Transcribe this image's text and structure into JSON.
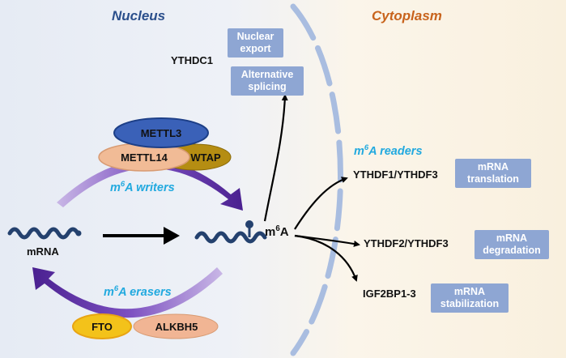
{
  "regions": {
    "nucleus": "Nucleus",
    "cytoplasm": "Cytoplasm"
  },
  "colors": {
    "nucleus_title": "#2b4f8c",
    "cytoplasm_title": "#c8631c",
    "italic_label": "#21a9df",
    "box_fill": "#8ea6d3",
    "membrane": "#a9bde0",
    "arc_purple": "#5b2f96",
    "mrna_wave": "#24416e"
  },
  "writers": {
    "label": "m6A writers",
    "proteins": {
      "mettl3": "METTL3",
      "mettl14": "METTL14",
      "wtap": "WTAP"
    }
  },
  "erasers": {
    "label": "m6A erasers",
    "proteins": {
      "fto": "FTO",
      "alkbh5": "ALKBH5"
    }
  },
  "mrna_label": "mRNA",
  "m6a_label": "m6A",
  "nuclear_reader": {
    "name": "YTHDC1",
    "functions": {
      "export": "Nuclear\nexport",
      "splicing": "Alternative\nsplicing"
    }
  },
  "readers": {
    "label": "m6A readers",
    "items": [
      {
        "name": "YTHDF1/YTHDF3",
        "function": "mRNA\ntranslation"
      },
      {
        "name": "YTHDF2/YTHDF3",
        "function": "mRNA\ndegradation"
      },
      {
        "name": "IGF2BP1-3",
        "function": "mRNA\nstabilization"
      }
    ]
  }
}
